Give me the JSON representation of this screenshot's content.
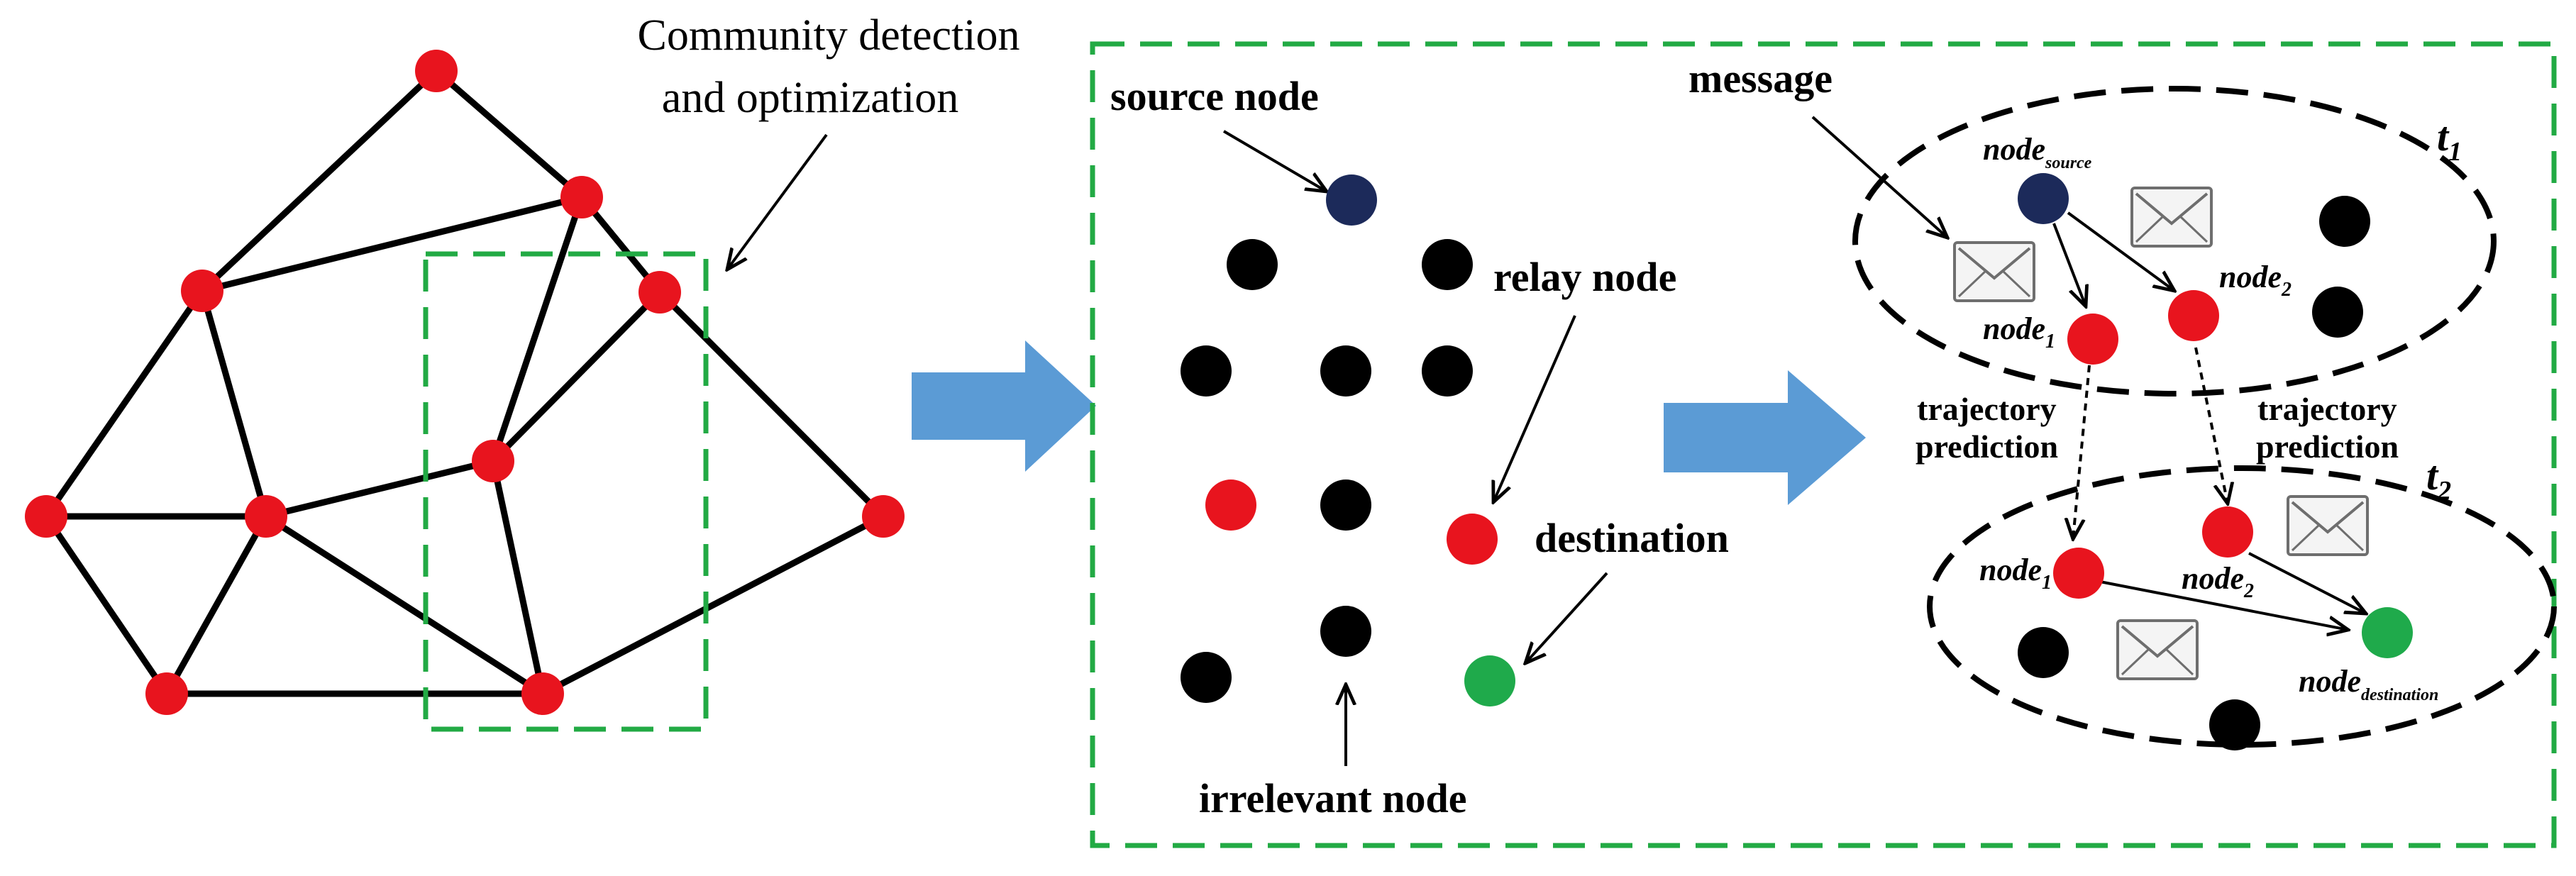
{
  "labels": {
    "community_line1": "Community detection",
    "community_line2": "and optimization",
    "source_node": "source node",
    "relay_node": "relay node",
    "destination": "destination",
    "irrelevant_node": "irrelevant node",
    "message": "message",
    "t1_base": "t",
    "t1_sub": "1",
    "t2_base": "t",
    "t2_sub": "2",
    "node_base": "node",
    "sub_source": "source",
    "sub_1": "1",
    "sub_2": "2",
    "sub_destination": "destination",
    "trajectory_line1": "trajectory",
    "trajectory_line2": "prediction"
  },
  "colors": {
    "red_node": "#e8141e",
    "dark_node": "#000000",
    "source_node": "#1c2a5a",
    "destination_node": "#1faa4b",
    "dashed_green": "#22aa44",
    "big_arrow": "#5b9bd5"
  }
}
